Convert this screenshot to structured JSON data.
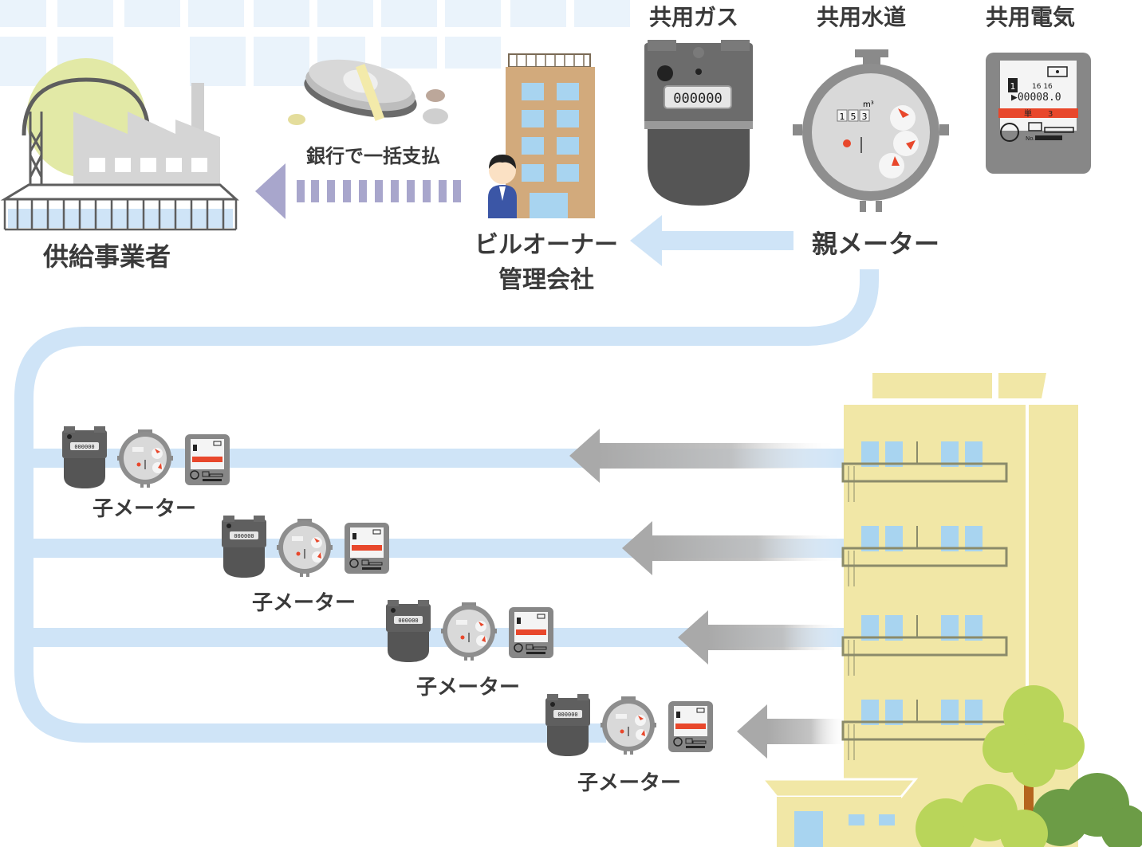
{
  "labels": {
    "gas": "共用ガス",
    "water": "共用水道",
    "electric": "共用電気",
    "supplier": "供給事業者",
    "payment": "銀行で一括支払",
    "owner_line1": "ビルオーナー",
    "owner_line2": "管理会社",
    "parent_meter": "親メーター",
    "child_meter": "子メーター"
  },
  "meter_readings": {
    "gas_counter": "000000",
    "water_counter": [
      "1",
      "5",
      "3"
    ],
    "water_unit": "m³",
    "electric_reading": "▶00008.0",
    "electric_small": "16  16",
    "electric_flag": "1",
    "electric_band": "単　　3",
    "electric_no": "No."
  },
  "colors": {
    "pipe": "#cfe4f7",
    "payment_arrow": "#a8a6cc",
    "grey_arrow": "#a9a9a9",
    "meter_red": "#e8472b",
    "building_tan": "#d2aa7c",
    "apartment_cream": "#f1e7a6",
    "window_blue": "#a8d4f0",
    "tree_green": "#b9d55a",
    "bush_green": "#6c9c46"
  },
  "icons": [
    "factory-gas-tank-icon",
    "money-bundle-icon",
    "office-building-icon",
    "person-icon",
    "gas-meter-icon",
    "water-meter-icon",
    "electric-meter-icon",
    "apartment-building-icon",
    "tree-icon"
  ]
}
